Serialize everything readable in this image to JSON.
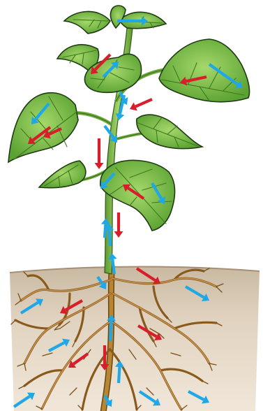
{
  "diagram": {
    "subject": "plant-transport",
    "colors": {
      "xylem_arrow": "#1fa8e8",
      "phloem_arrow": "#d81e2a",
      "leaf_fill": "#7fc04a",
      "leaf_edge": "#1f3a12",
      "leaf_vein": "#4d8f2a",
      "stem": "#8cc35a",
      "soil_top": "#c9b9a2",
      "soil_bottom": "#f1e7d9",
      "root": "#b78534",
      "root_edge": "#6b4612"
    },
    "arrows": {
      "xylem_upward_count": 22,
      "phloem_downward_count": 13
    },
    "icons": [
      "leaf-icon",
      "stem-icon",
      "root-system-icon",
      "soil-layer-icon",
      "arrow-icon"
    ]
  }
}
